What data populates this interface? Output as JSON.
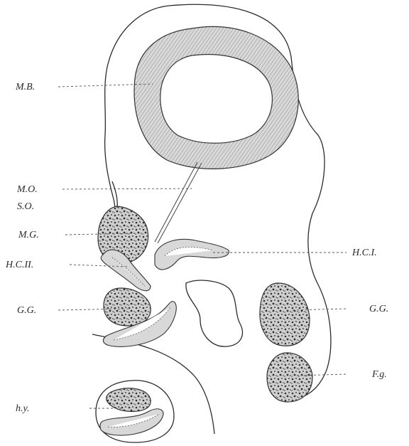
{
  "labels": {
    "mb": "M.B.",
    "mo": "M.O.",
    "so": "S.O.",
    "mg": "M.G.",
    "hcii": "H.C.II.",
    "gg_left": "G.G.",
    "hy": "h.y.",
    "hci": "H.C.I.",
    "gg_right": "G.G.",
    "fg": "F.g."
  },
  "colors": {
    "ink": "#2b2b2b",
    "shade": "#bdbdbd",
    "paper": "#ffffff"
  }
}
